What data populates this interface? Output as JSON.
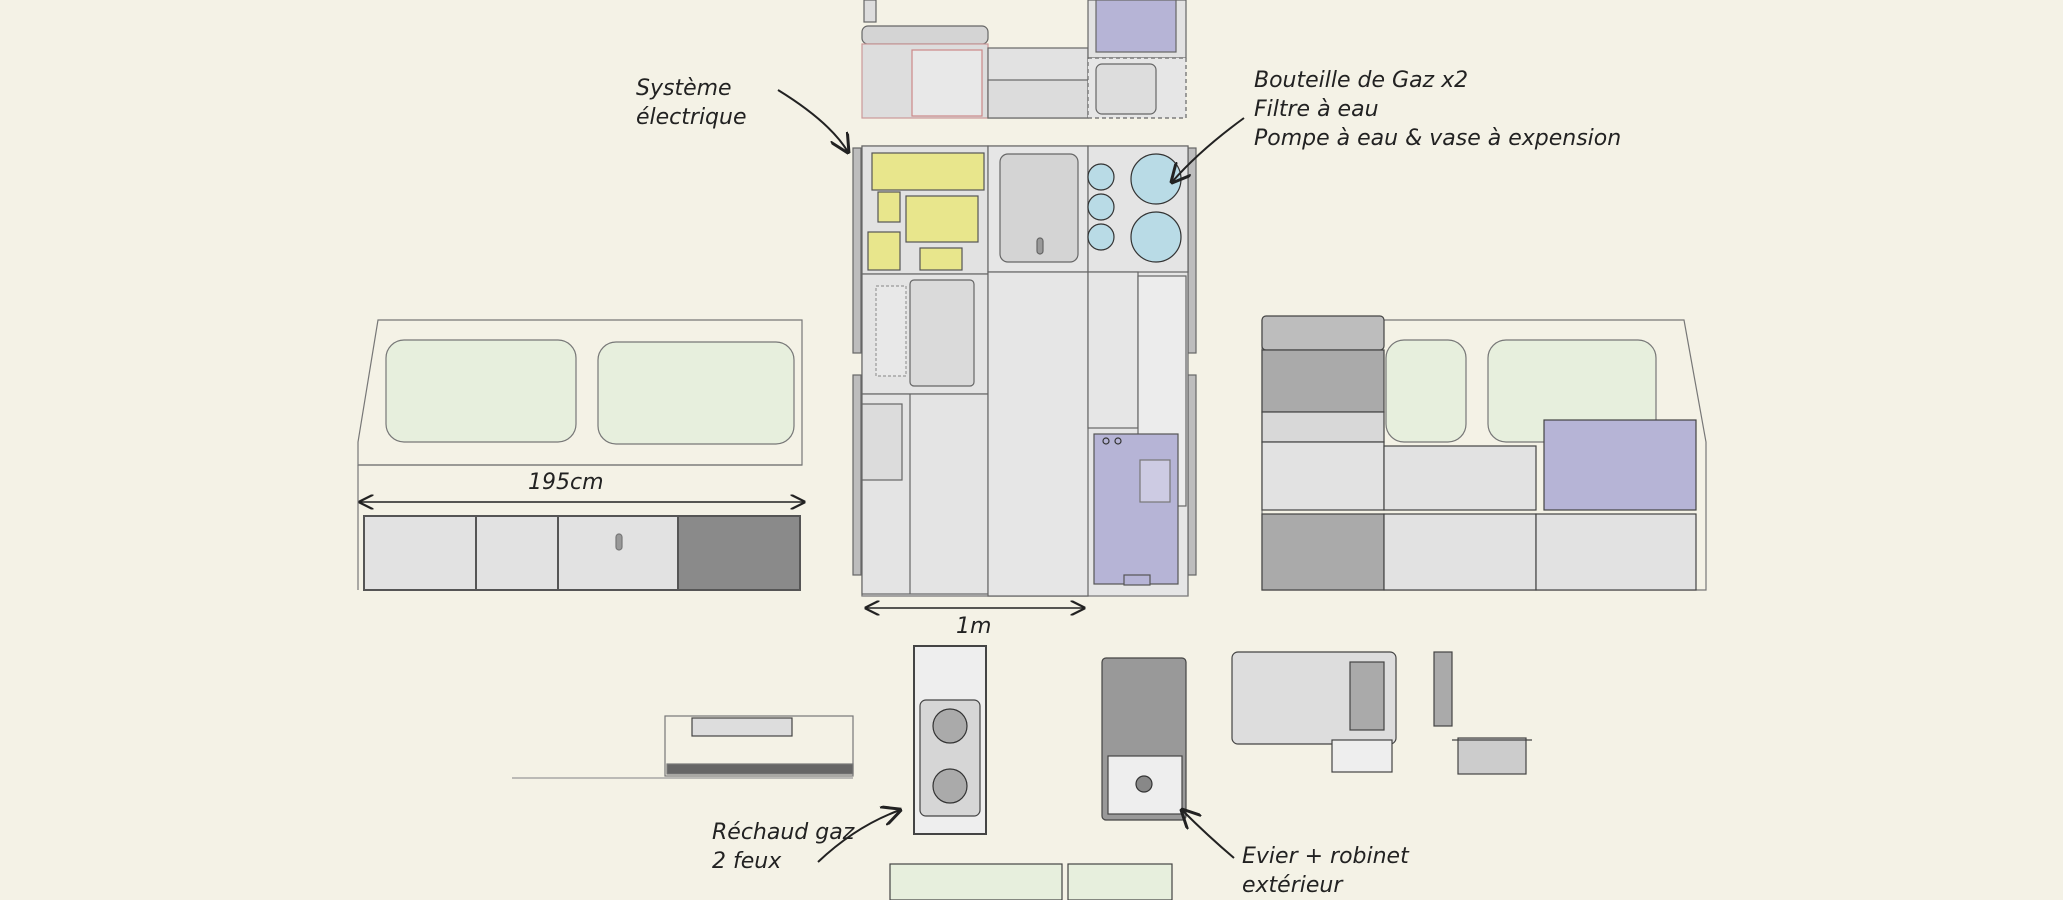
{
  "annotations": {
    "electrical": {
      "line1": "Système",
      "line2": "électrique"
    },
    "gas_water": {
      "line1": "Bouteille de Gaz x2",
      "line2": "Filtre à eau",
      "line3": "Pompe à eau & vase à expension"
    },
    "stove": {
      "line1": "Réchaud gaz",
      "line2": "2 feux"
    },
    "sink": {
      "line1": "Evier + robinet",
      "line2": "extérieur"
    }
  },
  "dimensions": {
    "length": "195cm",
    "width": "1m"
  },
  "colors": {
    "background": "#f4f2e6",
    "electrical": "#e8e68c",
    "water_gas": "#b9dbe6",
    "fridge": "#b6b4d6",
    "window": "#e7efdd",
    "cabinet": "#e2e2e2",
    "dark": "#8a8a8a"
  }
}
